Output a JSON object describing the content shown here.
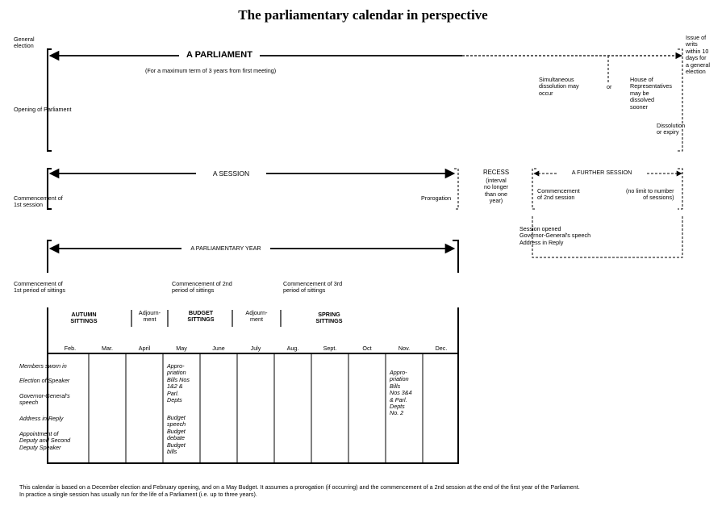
{
  "title": "The parliamentary calendar in perspective",
  "parliament": {
    "general_election": "General\nelection",
    "heading": "A PARLIAMENT",
    "max_term": "(For a maximum term of 3 years from first meeting)",
    "opening": "Opening of Parliament",
    "issue_of_writs": "Issue of\nwrits\nwithin 10\ndays for\na general\nelection",
    "simultaneous": "Simultaneous\ndissolution may\noccur",
    "or": "or",
    "house_dissolved": "House of\nRepresentatives\nmay be\ndissolved\nsooner",
    "dissolution": "Dissolution\nor expiry"
  },
  "session": {
    "heading": "A SESSION",
    "commencement": "Commencement of\n1st session",
    "prorogation": "Prorogation",
    "recess_title": "RECESS",
    "recess_note": "(interval\nno longer\nthan one\nyear)",
    "further_heading": "A FURTHER SESSION",
    "commencement_2nd": "Commencement\nof 2nd session",
    "no_limit": "(no limit to number\nof sessions)",
    "session_opened": "Session opened\nGovernor-General's speech\nAddress in Reply"
  },
  "parl_year": {
    "heading": "A PARLIAMENTARY YEAR",
    "c1": "Commencement of\n1st period of sittings",
    "c2": "Commencement of 2nd\nperiod of sittings",
    "c3": "Commencement of 3rd\nperiod of sittings",
    "autumn": "AUTUMN\nSITTINGS",
    "adjourn1": "Adjourn-\nment",
    "budget": "BUDGET\nSITTINGS",
    "adjourn2": "Adjourn-\nment",
    "spring": "SPRING\nSITTINGS"
  },
  "calendar": {
    "months": [
      "Feb.",
      "Mar.",
      "April",
      "May",
      "June",
      "July",
      "Aug.",
      "Sept.",
      "Oct",
      "Nov.",
      "Dec."
    ],
    "feb_items": [
      "Members sworn in",
      "Election of Speaker",
      "Governor-General's\nspeech",
      "Address in Reply",
      "Appointment of\nDeputy and Second\nDeputy Speaker"
    ],
    "may_items": [
      "Appro-\npriation\nBills Nos\n1&2 &\nParl.\nDepts",
      "Budget\nspeech\nBudget\ndebate\nBudget\nbills"
    ],
    "nov_items": [
      "Appro-\npriation\nBills\nNos 3&4\n& Parl.\nDepts\nNo. 2"
    ]
  },
  "footnote": {
    "line1": "This calendar is based on a December election and February opening, and on a May Budget. It assumes a prorogation (if occurring) and the commencement of a 2nd session at the end of the first year of the Parliament.",
    "line2": "In practice a single session has usually run for the life of a Parliament (i.e. up to three years)."
  }
}
